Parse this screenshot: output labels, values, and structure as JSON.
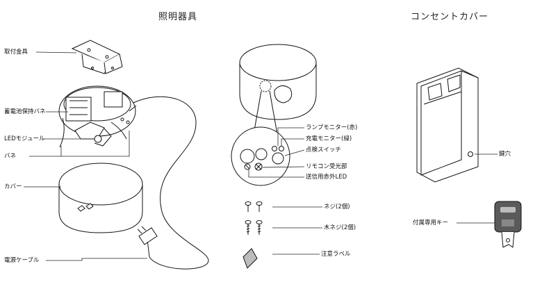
{
  "titles": {
    "lighting": "照明器具",
    "outlet_cover": "コンセントカバー"
  },
  "labels": {
    "mounting_bracket": "取付金具",
    "battery_spring": "蓄電池保持バネ",
    "led_module": "LEDモジュール",
    "spring": "バネ",
    "cover": "カバー",
    "power_cable": "電源ケーブル",
    "lamp_monitor": "ランプモニター(赤)",
    "charge_monitor": "充電モニター(緑)",
    "test_switch": "点検スイッチ",
    "remote_receiver": "リモコン受光部",
    "ir_led": "送信用赤外LED",
    "screws": "ネジ(2個)",
    "wood_screws": "木ネジ(2個)",
    "caution_label": "注意ラベル",
    "keyhole": "鍵穴",
    "key": "付属専用キー"
  }
}
